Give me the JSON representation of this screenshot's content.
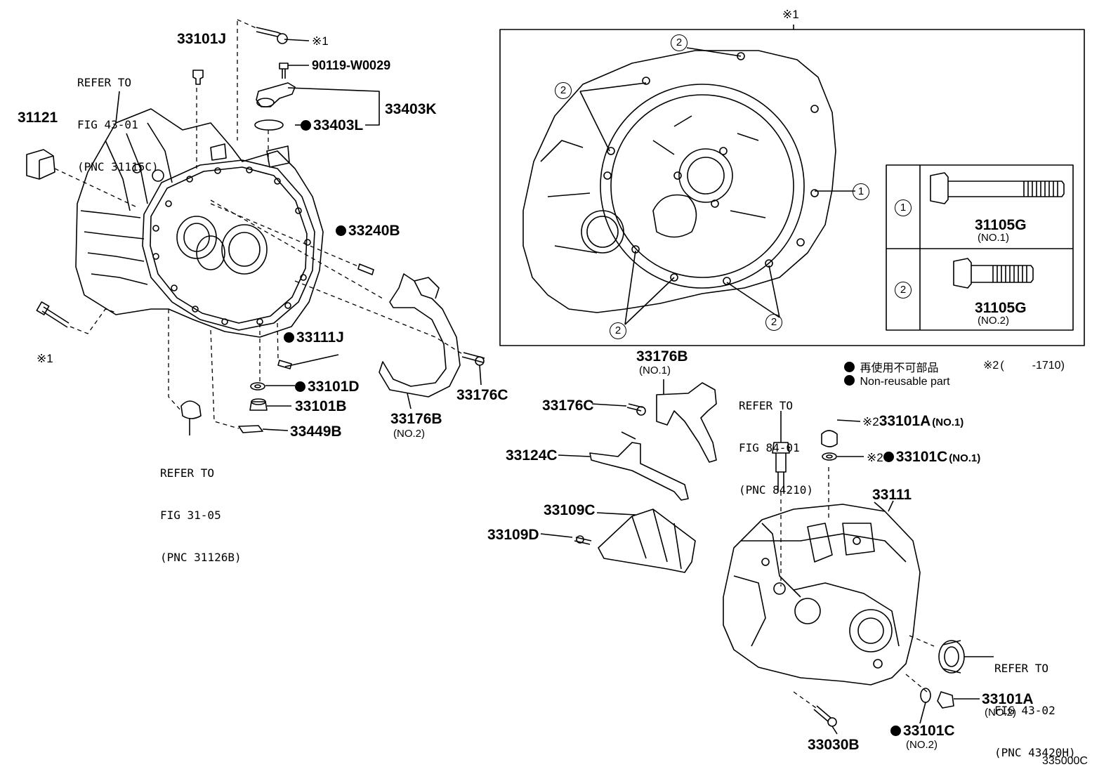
{
  "refer_blocks": {
    "fig43_01": {
      "l1": "REFER TO",
      "l2": "FIG 43-01",
      "l3": "(PNC 31115C)"
    },
    "fig31_05": {
      "l1": "REFER TO",
      "l2": "FIG 31-05",
      "l3": "(PNC 31126B)"
    },
    "fig84_01": {
      "l1": "REFER TO",
      "l2": "FIG 84-01",
      "l3": "(PNC 84210)"
    },
    "fig43_02": {
      "l1": "REFER TO",
      "l2": "FIG 43-02",
      "l3": "(PNC 43420H)"
    }
  },
  "parts": {
    "p33101J": "33101J",
    "p31121": "31121",
    "mark1_top": "※1",
    "p90119": "90119-W0029",
    "p33403K": "33403K",
    "p33403L": "33403L",
    "p33240B": "33240B",
    "p33111J": "33111J",
    "p33101D": "33101D",
    "p33101B": "33101B",
    "p33449B": "33449B",
    "p33176C_a": "33176C",
    "p33176B_a": "33176B",
    "p33176B_a_no": "(NO.2)",
    "mark1_left": "※1",
    "p33176B_b": "33176B",
    "p33176B_b_no": "(NO.1)",
    "p33176C_b": "33176C",
    "p33124C": "33124C",
    "p33109C": "33109C",
    "p33109D": "33109D",
    "p33101A_1": "33101A",
    "p33101A_1_no": "(NO.1)",
    "p33101C_1": "33101C",
    "p33101C_1_no": "(NO.1)",
    "mark2_a": "※2",
    "mark2_b": "※2",
    "p33111": "33111",
    "p33101A_2": "33101A",
    "p33101A_2_no": "(NO.2)",
    "p33101C_2": "33101C",
    "p33101C_2_no": "(NO.2)",
    "p33030B": "33030B"
  },
  "inset": {
    "mark": "※1",
    "circle1": "1",
    "circle2": "2",
    "bolt_table": [
      {
        "key": "1",
        "part": "31105G",
        "no": "(NO.1)"
      },
      {
        "key": "2",
        "part": "31105G",
        "no": "(NO.2)"
      }
    ]
  },
  "legend": {
    "jp": "再使用不可部品",
    "en": "Non-reusable part",
    "mark2": "※2",
    "paren_open": "(",
    "range": "-1710)"
  },
  "figure_code": "335000C"
}
